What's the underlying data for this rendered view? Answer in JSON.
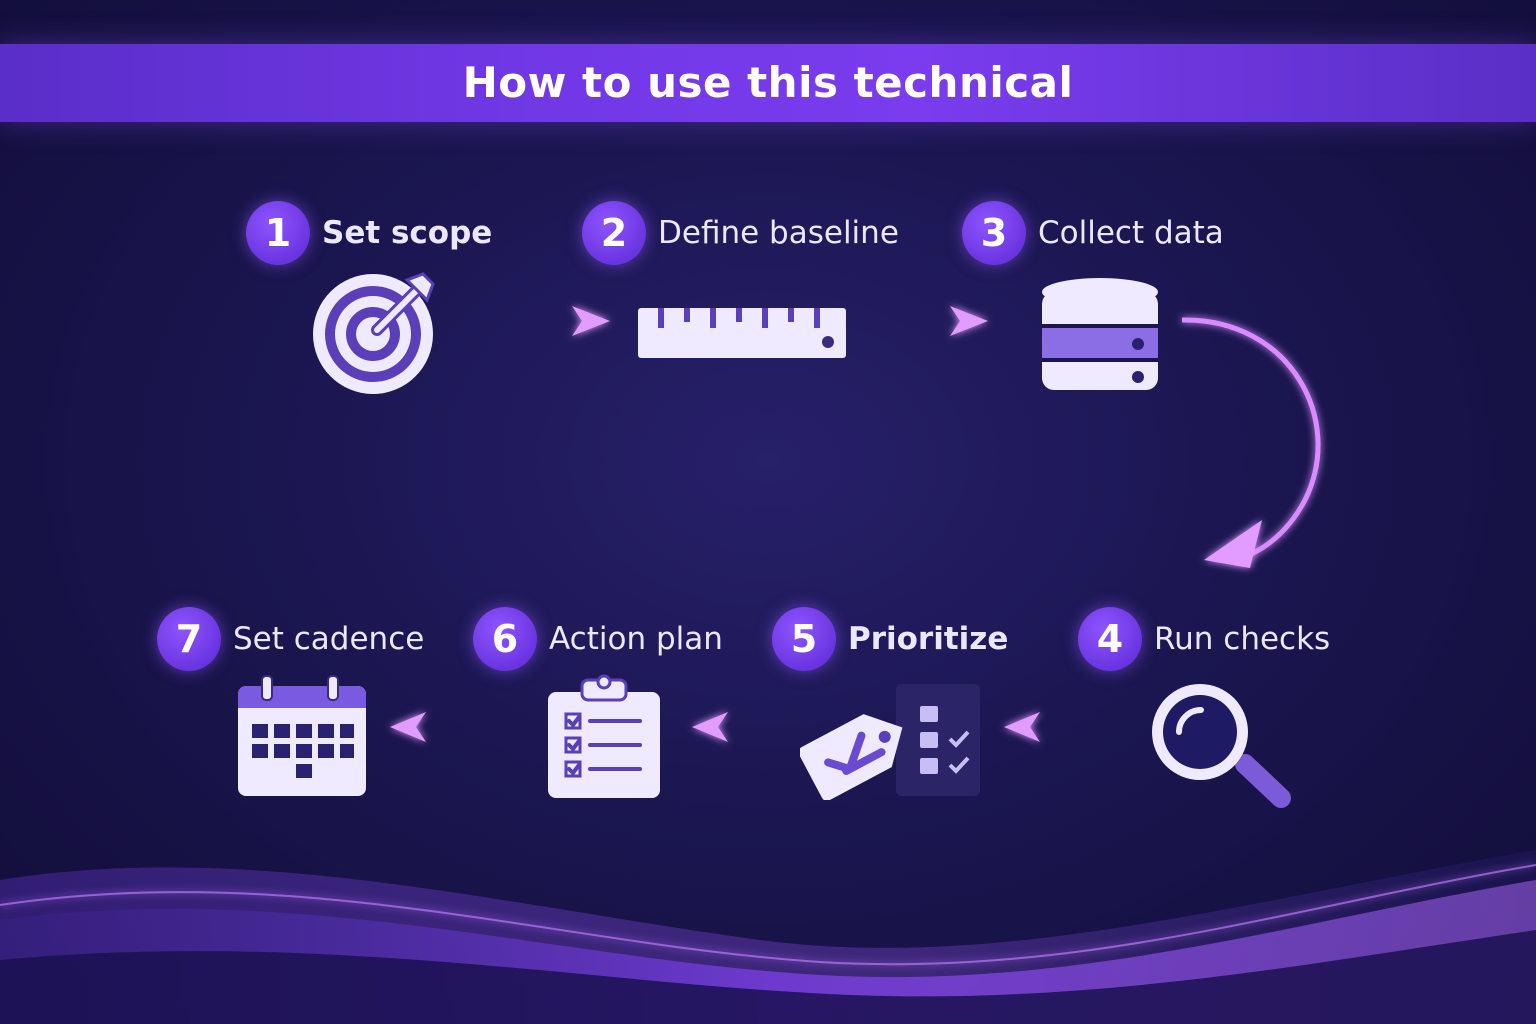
{
  "header": {
    "title": "How to use this technical"
  },
  "steps": [
    {
      "number": "1",
      "label": "Set scope",
      "icon": "target-icon"
    },
    {
      "number": "2",
      "label": "Define baseline",
      "icon": "ruler-icon"
    },
    {
      "number": "3",
      "label": "Collect data",
      "icon": "database-icon"
    },
    {
      "number": "4",
      "label": "Run checks",
      "icon": "magnifier-icon"
    },
    {
      "number": "5",
      "label": "Prioritize",
      "icon": "tag-checklist-icon"
    },
    {
      "number": "6",
      "label": "Action plan",
      "icon": "clipboard-icon"
    },
    {
      "number": "7",
      "label": "Set cadence",
      "icon": "calendar-icon"
    }
  ],
  "colors": {
    "background": "#1b1650",
    "accent": "#7a3cee",
    "badge": "#6a35e0",
    "icon_fill": "#efeaff",
    "icon_detail": "#5a3fb8",
    "arrow": "#d07cff"
  }
}
